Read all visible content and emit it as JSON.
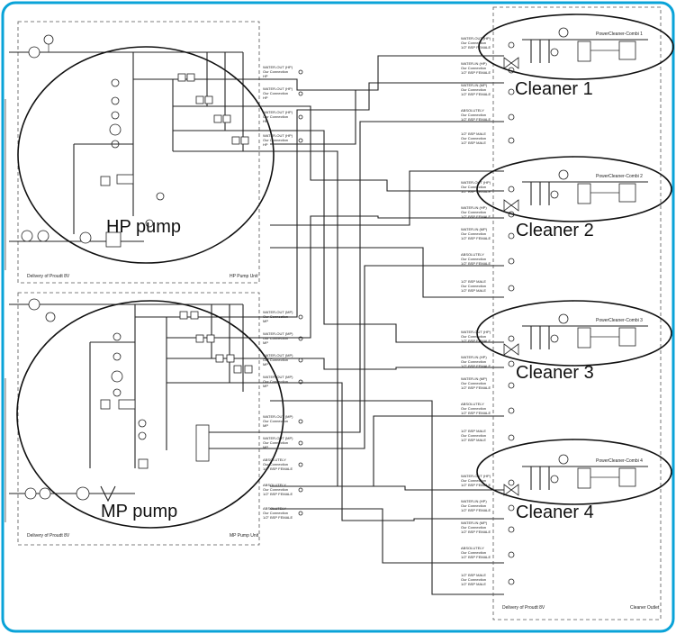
{
  "zones": {
    "hp": {
      "label": "HP pump",
      "footer_left": "Delivery of Proudt 8V",
      "footer_right": "HP Pump Unit"
    },
    "mp": {
      "label": "MP pump",
      "footer_left": "Delivery of Proudt 8V",
      "footer_right": "MP Pump Unit"
    }
  },
  "cleaners": [
    {
      "label": "Cleaner 1",
      "title": "PowerCleaner-Combi 1"
    },
    {
      "label": "Cleaner 2",
      "title": "PowerCleaner-Combi 2"
    },
    {
      "label": "Cleaner 3",
      "title": "PowerCleaner-Combi 3"
    },
    {
      "label": "Cleaner 4",
      "title": "PowerCleaner-Combi 4"
    }
  ],
  "cleaner_box_footer": {
    "left": "Delivery of Proudt 8V",
    "right": "Cleaner Outlet"
  },
  "conn_labels": [
    "WATER-OUT (HP)",
    "Our Connection",
    "WATER-IN (HP)",
    "WATER-IN (MP)",
    "WATER-OUT (MP)",
    "ABSOLUTELY",
    "1/2\" BSP FEMALE",
    "1/2\" BSP MALE",
    "HP",
    "MP"
  ],
  "colors": {
    "frame": "#0aa3d8",
    "line": "#222222"
  }
}
